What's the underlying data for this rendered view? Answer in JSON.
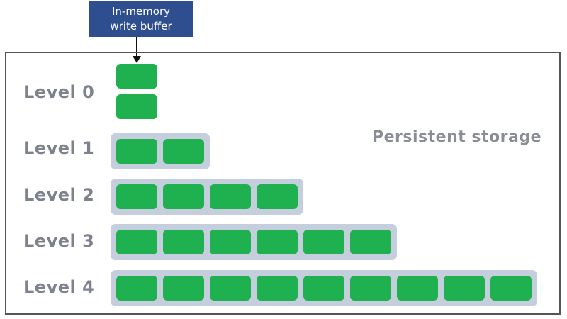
{
  "write_buffer": {
    "line1": "In-memory",
    "line2": "write buffer"
  },
  "storage": {
    "label": "Persistent storage"
  },
  "levels": [
    {
      "label": "Level 0",
      "blocks": 2
    },
    {
      "label": "Level 1",
      "blocks": 2
    },
    {
      "label": "Level 2",
      "blocks": 4
    },
    {
      "label": "Level 3",
      "blocks": 6
    },
    {
      "label": "Level 4",
      "blocks": 9
    }
  ],
  "colors": {
    "buffer_fill": "#2f4e8f",
    "block_fill": "#1fb14f",
    "tray_fill": "#c4cedd",
    "label_text": "#7e828c"
  }
}
